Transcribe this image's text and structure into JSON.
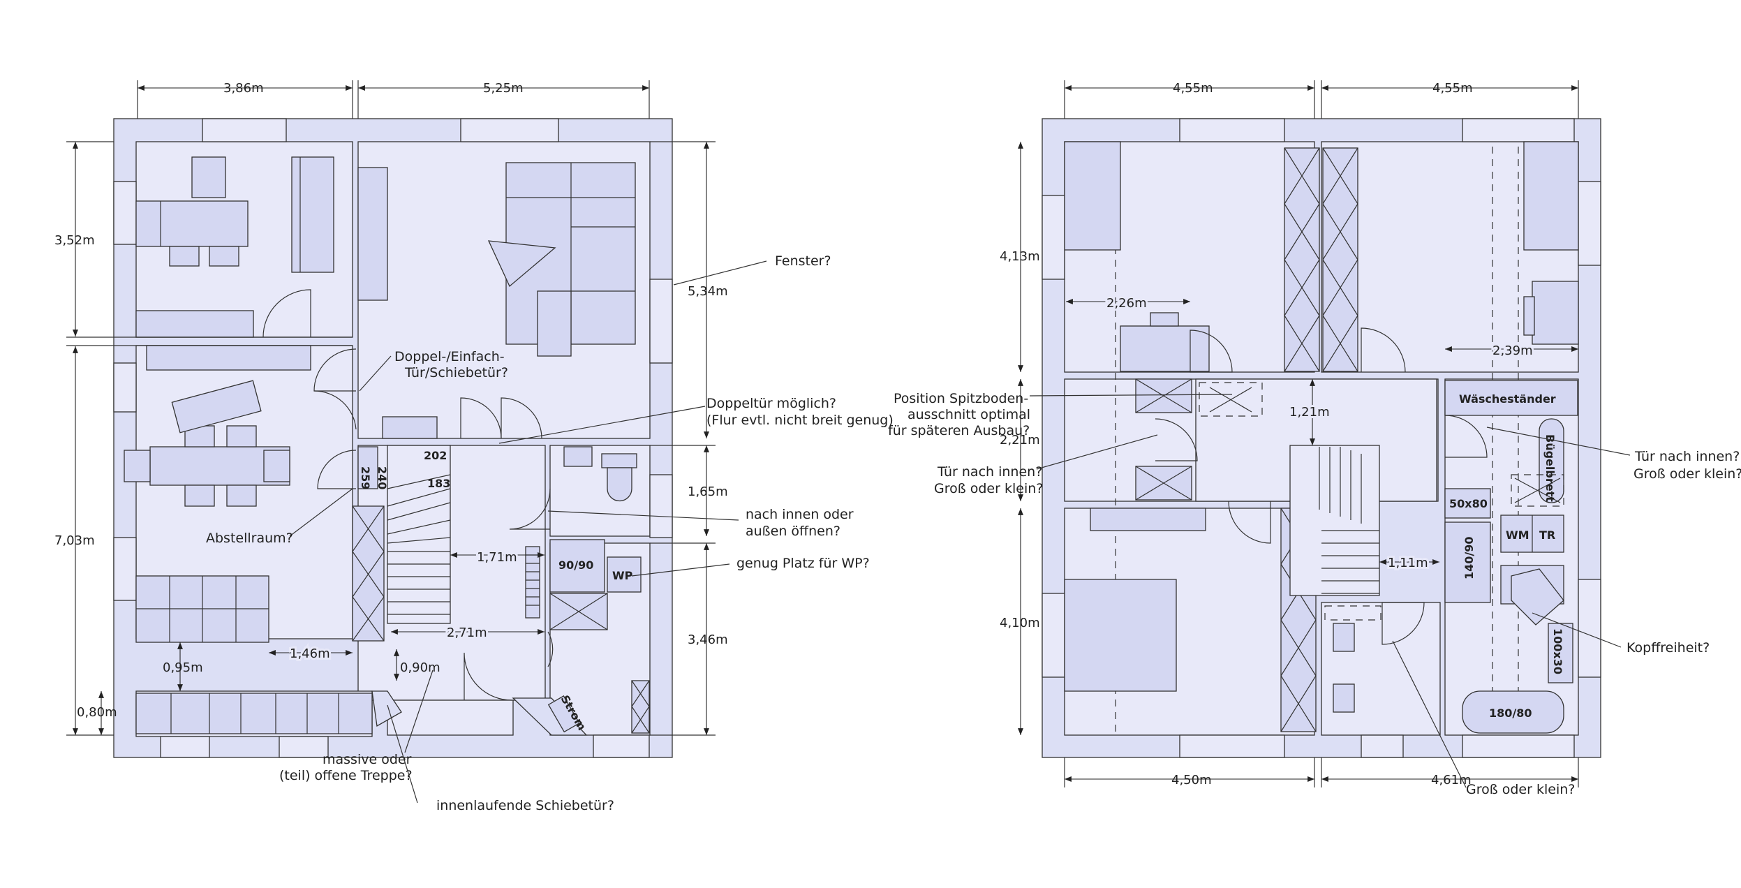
{
  "dimensions": {
    "eg_top_left": "3,86m",
    "eg_top_right": "5,25m",
    "eg_left_upper": "3,52m",
    "eg_left_lower": "7,03m",
    "eg_right_upper": "5,34m",
    "eg_right_mid": "1,65m",
    "eg_right_lower": "3,46m",
    "eg_corridor": "1,71m",
    "eg_stair_width": "2,71m",
    "eg_wall_width": "1,46m",
    "eg_bay_depth": "0,95m",
    "eg_bay_left": "0,80m",
    "eg_door_gap": "0,90m",
    "og_top_left": "4,55m",
    "og_top_right": "4,55m",
    "og_left_upper": "4,13m",
    "og_left_mid": "2,21m",
    "og_left_lower": "4,10m",
    "og_inner_left": "2,26m",
    "og_inner_right": "2,39m",
    "og_hall": "1,21m",
    "og_stair": "1,11m",
    "og_bottom_left": "4,50m",
    "og_bottom_right": "4,61m"
  },
  "labels": {
    "stair_step_1": "202",
    "stair_step_2": "183",
    "stair_v1": "240",
    "stair_v2": "259",
    "shower": "90/90",
    "heatpump": "WP",
    "power": "Strom",
    "laundry_rack": "Wäscheständer",
    "ironing_board": "Bügelbrett",
    "washer": "WM",
    "dryer": "TR",
    "small_box": "50x80",
    "og_shower": "140/90",
    "bathtub": "180/80",
    "small_wall": "100x30"
  },
  "notes": {
    "window": "Fenster?",
    "double_door_a": "Doppel-/Einfach-",
    "double_door_b": "Tür/Schiebetür?",
    "double_possible_a": "Doppeltür möglich?",
    "double_possible_b": "(Flur evtl. nicht breit genug)",
    "open_inward_a": "nach innen oder",
    "open_inward_b": "außen öffnen?",
    "heatpump_space": "genug Platz für WP?",
    "storage": "Abstellraum?",
    "stairs_a": "massive oder",
    "stairs_b": "(teil) offene Treppe?",
    "sliding_inside": "innenlaufende Schiebetür?",
    "attic_a": "Position Spitzboden-",
    "attic_b": "ausschnitt optimal",
    "attic_c": "für späteren Ausbau?",
    "door_left_a": "Tür nach innen?",
    "door_left_b": "Groß oder klein?",
    "door_right_a": "Tür nach innen?",
    "door_right_b": "Groß oder klein?",
    "headroom": "Kopffreiheit?",
    "big_small": "Groß oder klein?"
  }
}
